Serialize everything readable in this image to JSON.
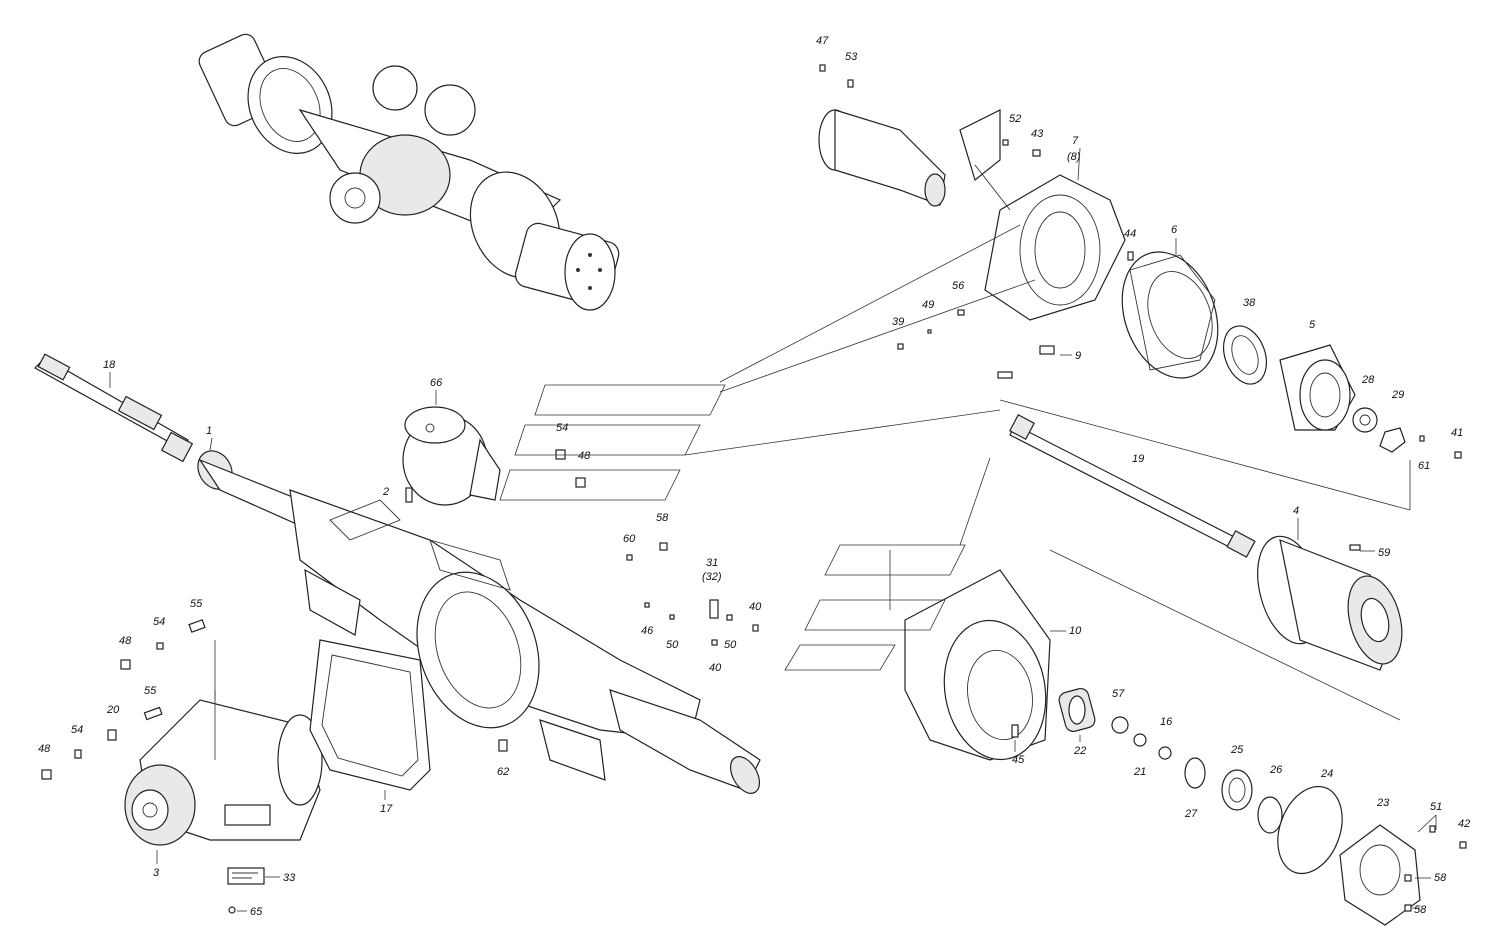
{
  "callouts": [
    "47",
    "53",
    "52",
    "43",
    "7",
    "(8)",
    "44",
    "6",
    "38",
    "5",
    "28",
    "29",
    "41",
    "61",
    "56",
    "49",
    "39",
    "9",
    "19",
    "4",
    "59",
    "18",
    "1",
    "66",
    "54",
    "48",
    "2",
    "58",
    "60",
    "31",
    "(32)",
    "40",
    "46",
    "50",
    "50",
    "40",
    "10",
    "57",
    "22",
    "16",
    "21",
    "45",
    "25",
    "26",
    "24",
    "27",
    "23",
    "51",
    "42",
    "58",
    "58",
    "55",
    "54",
    "48",
    "55",
    "20",
    "54",
    "48",
    "3",
    "62",
    "17",
    "33",
    "65"
  ]
}
